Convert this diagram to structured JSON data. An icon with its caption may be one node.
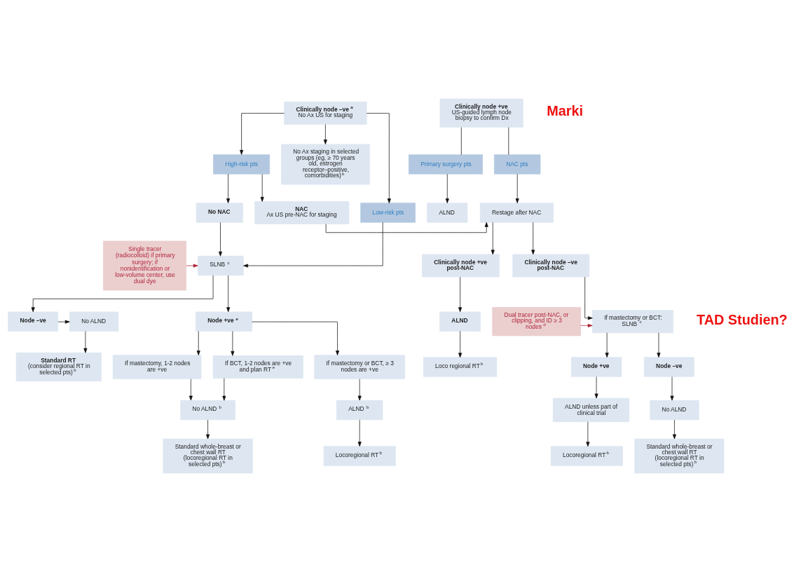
{
  "diagram": {
    "nodes": [
      {
        "text": [
          "Clinically node –ve$^{a}$",
          "No Ax US for staging"
        ]
      },
      {
        "text": [
          "No Ax staging in selected groups (eg, ≥ 70 years old, estrogen receptor–positive, comorbidities)$^{b}$"
        ]
      },
      {
        "text": [
          "Low-risk pts"
        ]
      },
      {
        "text": [
          "High-risk pts"
        ]
      },
      {
        "text": [
          "No NAC"
        ]
      },
      {
        "text": [
          "NAC",
          "Ax US pre-NAC for staging"
        ]
      },
      {
        "text": [
          "Clinically node +ve",
          "US-guided lymph node biopsy to confirm Dx"
        ]
      },
      {
        "text": [
          "NAC pts"
        ]
      },
      {
        "text": [
          "Primary surgery pts"
        ]
      },
      {
        "text": [
          "Restage after NAC"
        ]
      },
      {
        "text": [
          "ALND"
        ]
      },
      {
        "text": [
          "Single tracer (radiocolloid) if primary surgery; if nonidentification or low-volume center, use dual dye"
        ]
      },
      {
        "text": [
          "SLNB$^{c}$"
        ]
      },
      {
        "text": [
          "Clinically node +ve post-NAC"
        ]
      },
      {
        "text": [
          "Clinically node –ve post-NAC"
        ]
      },
      {
        "text": [
          "No ALND"
        ]
      },
      {
        "text": [
          "Node –ve"
        ]
      },
      {
        "text": [
          "Node +ve$^{e}$"
        ]
      },
      {
        "text": [
          "ALND"
        ]
      },
      {
        "text": [
          "If mastectomy or BCT: SLNB$^{c}$"
        ]
      },
      {
        "text": [
          "Dual tracer post-NAC, or clipping, and ID ≥ 3 nodes$^{d}$"
        ]
      },
      {
        "text": [
          "Standard RT",
          "(consider regional RT in selected pts)$^{b}$"
        ]
      },
      {
        "text": [
          "If BCT, 1-2 nodes are +ve and plan RT$^{e}$"
        ]
      },
      {
        "text": [
          "If mastectomy, 1-2 nodes are +ve"
        ]
      },
      {
        "text": [
          "If mastectomy or BCT, ≥ 3 nodes are +ve"
        ]
      },
      {
        "text": [
          "Loco regional RT$^{b}$"
        ]
      },
      {
        "text": [
          "Node –ve"
        ]
      },
      {
        "text": [
          "Node +ve"
        ]
      },
      {
        "text": [
          "No ALND$^{b}$"
        ]
      },
      {
        "text": [
          "ALND$^{b}$"
        ]
      },
      {
        "text": [
          "No ALND"
        ]
      },
      {
        "text": [
          "ALND unless part of clinical trial"
        ]
      },
      {
        "text": [
          "Standard whole-breast or chest wall RT (locoregional RT in selected pts)$^{b}$"
        ]
      },
      {
        "text": [
          "Locoregional RT$^{b}$"
        ]
      },
      {
        "text": [
          "Standard whole-breast or chest wall RT (locoregional RT in selected pts)$^{b}$"
        ]
      },
      {
        "text": [
          "Locoregional RT$^{b}$"
        ]
      }
    ],
    "edges": [
      {
        "from": 0,
        "to": 1,
        "arrow": "to"
      },
      {
        "from": 0,
        "to": 2,
        "arrow": "to"
      },
      {
        "from": 0,
        "to": 3,
        "arrow": "to"
      },
      {
        "from": 3,
        "to": 4,
        "arrow": "to"
      },
      {
        "from": 3,
        "to": 5,
        "arrow": "to"
      },
      {
        "from": 6,
        "to": 7,
        "arrow": "none"
      },
      {
        "from": 6,
        "to": 8,
        "arrow": "none"
      },
      {
        "from": 7,
        "to": 9,
        "arrow": "to"
      },
      {
        "from": 8,
        "to": 10,
        "arrow": "to"
      },
      {
        "from": 5,
        "to": 9,
        "arrow": "to"
      },
      {
        "from": 2,
        "to": 12,
        "arrow": "to"
      },
      {
        "from": 4,
        "to": 12,
        "arrow": "to"
      },
      {
        "from": 11,
        "to": 12,
        "arrow": "to",
        "color": "#b0243a"
      },
      {
        "from": 9,
        "to": 13,
        "arrow": "to"
      },
      {
        "from": 9,
        "to": 14,
        "arrow": "to"
      },
      {
        "from": 12,
        "to": 16,
        "arrow": "to"
      },
      {
        "from": 12,
        "to": 17,
        "arrow": "to"
      },
      {
        "from": 16,
        "to": 15,
        "arrow": "to"
      },
      {
        "from": 13,
        "to": 18,
        "arrow": "to"
      },
      {
        "from": 14,
        "to": 19,
        "arrow": "to"
      },
      {
        "from": 20,
        "to": 19,
        "arrow": "to",
        "color": "#b0243a"
      },
      {
        "from": 15,
        "to": 21,
        "arrow": "to"
      },
      {
        "from": 17,
        "to": 22,
        "arrow": "to"
      },
      {
        "from": 17,
        "to": 23,
        "arrow": "to"
      },
      {
        "from": 17,
        "to": 24,
        "arrow": "to"
      },
      {
        "from": 18,
        "to": 25,
        "arrow": "to"
      },
      {
        "from": 19,
        "to": 26,
        "arrow": "to"
      },
      {
        "from": 19,
        "to": 27,
        "arrow": "to"
      },
      {
        "from": 22,
        "to": 28,
        "arrow": "to"
      },
      {
        "from": 23,
        "to": 28,
        "arrow": "to"
      },
      {
        "from": 24,
        "to": 29,
        "arrow": "to"
      },
      {
        "from": 26,
        "to": 30,
        "arrow": "to"
      },
      {
        "from": 27,
        "to": 31,
        "arrow": "to"
      },
      {
        "from": 28,
        "to": 32,
        "arrow": "to"
      },
      {
        "from": 29,
        "to": 33,
        "arrow": "to"
      },
      {
        "from": 30,
        "to": 34,
        "arrow": "to"
      },
      {
        "from": 31,
        "to": 35,
        "arrow": "to"
      }
    ],
    "labels": [
      "Marki",
      "TAD Studien?"
    ]
  }
}
